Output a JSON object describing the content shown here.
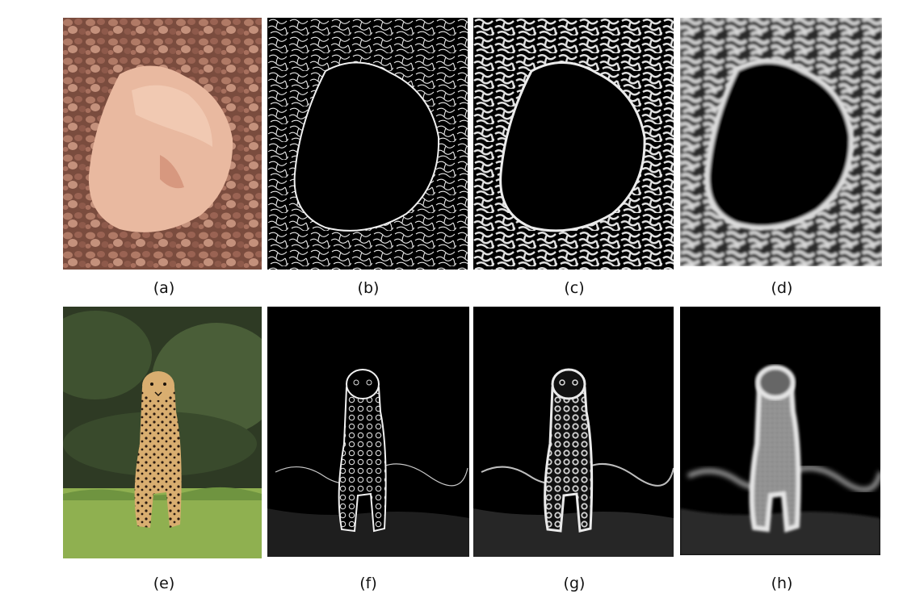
{
  "panels": [
    {
      "id": "a",
      "caption": "(a)",
      "content": "rock-photo"
    },
    {
      "id": "b",
      "caption": "(b)",
      "content": "rock-edge-map"
    },
    {
      "id": "c",
      "caption": "(c)",
      "content": "rock-edge-map"
    },
    {
      "id": "d",
      "caption": "(d)",
      "content": "rock-edge-map"
    },
    {
      "id": "e",
      "caption": "(e)",
      "content": "cheetah-photo"
    },
    {
      "id": "f",
      "caption": "(f)",
      "content": "cheetah-edge-map"
    },
    {
      "id": "g",
      "caption": "(g)",
      "content": "cheetah-edge-map"
    },
    {
      "id": "h",
      "caption": "(h)",
      "content": "cheetah-edge-map"
    }
  ],
  "colors": {
    "background": "#ffffff",
    "edge_map_background": "#000000",
    "edge_stroke": "#e8e8e8",
    "rock": "#e9b9a0",
    "pebbles": "#8a5a4a",
    "foliage": "#33452a",
    "grass": "#8fb050",
    "cheetah": "#d2a868"
  }
}
